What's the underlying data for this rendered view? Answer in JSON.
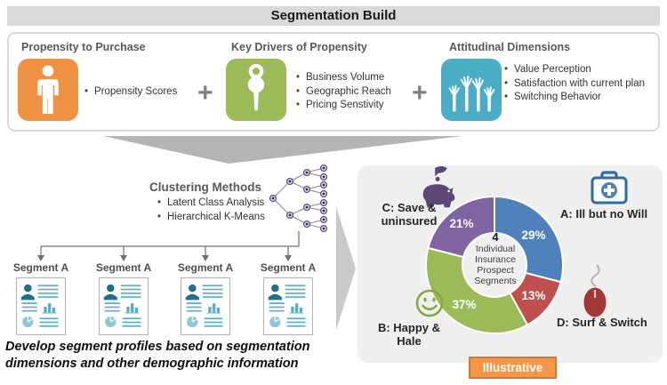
{
  "banner": {
    "title": "Segmentation Build"
  },
  "top": {
    "plus": "+",
    "columns": [
      {
        "title": "Propensity to Purchase",
        "icon": "person-icon",
        "color": "#EF9143",
        "bullets": [
          "Propensity Scores"
        ]
      },
      {
        "title": "Key Drivers of Propensity",
        "icon": "key-icon",
        "color": "#9BBB59",
        "bullets": [
          "Business Volume",
          "Geographic Reach",
          "Pricing Senstivity"
        ]
      },
      {
        "title": "Attitudinal Dimensions",
        "icon": "raised-hands-icon",
        "color": "#4BACC6",
        "bullets": [
          "Value Perception",
          "Satisfaction with current plan",
          "Switching Behavior"
        ]
      }
    ]
  },
  "clustering": {
    "title": "Clustering Methods",
    "bullets": [
      "Latent Class Analysis",
      "Hierarchical K-Means"
    ]
  },
  "segments": {
    "labels": [
      "Segment A",
      "Segment A",
      "Segment A",
      "Segment A"
    ]
  },
  "caption": "Develop segment profiles based on segmentation dimensions and other demographic information",
  "chart_data": {
    "type": "pie",
    "subtype": "donut",
    "start": "12 o'clock, clockwise",
    "segments": [
      {
        "label": "A: Ill but no Will",
        "value": 29,
        "color": "#4F81BD",
        "icon": "first-aid-kit-icon"
      },
      {
        "label": "D: Surf & Switch",
        "value": 13,
        "color": "#C0504D",
        "icon": "computer-mouse-icon"
      },
      {
        "label": "B: Happy & Hale",
        "value": 37,
        "color": "#9BBB59",
        "icon": "smiley-face-icon"
      },
      {
        "label": "C: Save & uninsured",
        "value": 21,
        "color": "#8064A2",
        "icon": "piggy-bank-icon"
      }
    ],
    "center": {
      "title": "4",
      "lines": [
        "Individual",
        "Insurance",
        "Prospect",
        "Segments"
      ]
    }
  },
  "badge": {
    "label": "Illustrative"
  },
  "colors": {
    "banner_bg": "#D9D9D9",
    "panel_bg": "#EFEFEF",
    "illustrative_bg": "#F79646",
    "illustrative_border": "#D9772B",
    "down_arrow": "#B4B4B4",
    "right_arrow": "#C9C9C9",
    "tree_node": "#5C4585",
    "piggy": "#5D4777",
    "first_aid": "#2E6DA4",
    "smiley": "#84A93E",
    "mouse": "#A23835"
  }
}
